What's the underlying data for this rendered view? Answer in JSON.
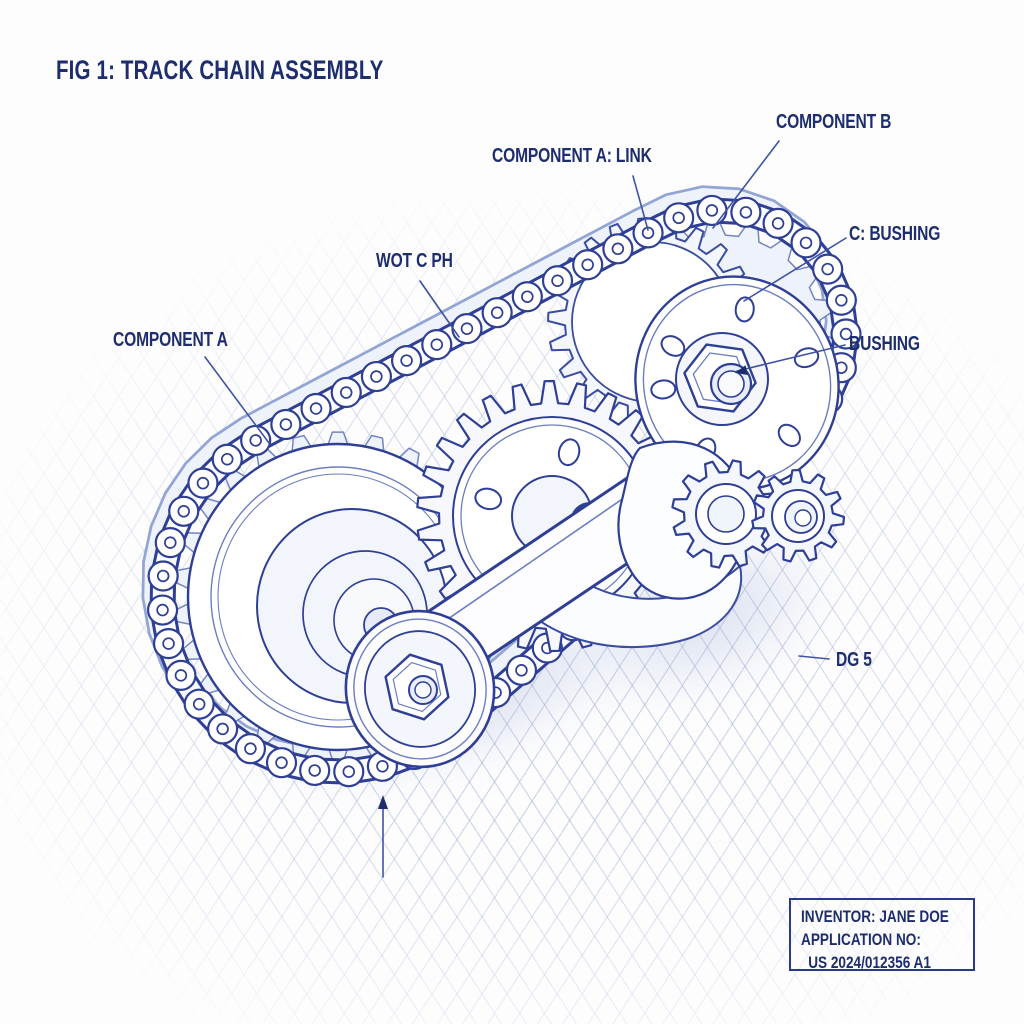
{
  "title": "FIG 1: TRACK CHAIN ASSEMBLY",
  "labels": {
    "component_b": "COMPONENT B",
    "component_a_link": "COMPONENT A: LINK",
    "c_bushing": "C: BUSHING",
    "wot_c_ph": "WOT C PH",
    "component_a": "COMPONENT A",
    "bushing": "BUSHING",
    "dg_5": "DG 5"
  },
  "title_block": {
    "inventor": "INVENTOR: JANE DOE",
    "application_label": "APPLICATION NO:",
    "application_value": "US 2024/012356 A1"
  },
  "colors": {
    "ink": "#2e3f95",
    "text": "#1d2d6e",
    "line": "#3f53a5",
    "soft": "#6b7ec0",
    "faint": "#93a5d4",
    "grid": "#97a7d1",
    "paper": "#fdfdfe",
    "shadow": "#a9b6da"
  }
}
